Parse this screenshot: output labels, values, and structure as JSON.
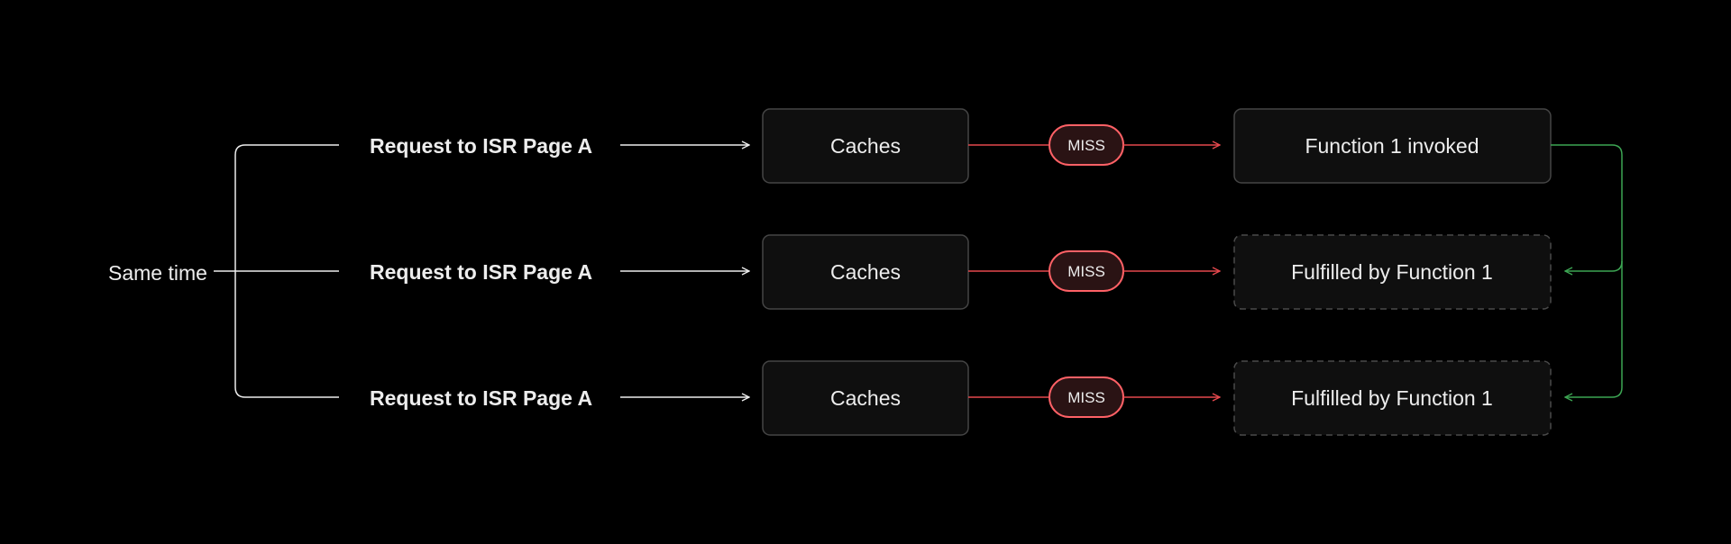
{
  "diagram": {
    "source_label": "Same time",
    "rows": [
      {
        "request_label": "Request to ISR Page A",
        "cache_label": "Caches",
        "status_label": "MISS",
        "result_label": "Function 1 invoked",
        "result_kind": "invoked"
      },
      {
        "request_label": "Request to ISR Page A",
        "cache_label": "Caches",
        "status_label": "MISS",
        "result_label": "Fulfilled by Function 1",
        "result_kind": "fulfilled"
      },
      {
        "request_label": "Request to ISR Page A",
        "cache_label": "Caches",
        "status_label": "MISS",
        "result_label": "Fulfilled by Function 1",
        "result_kind": "fulfilled"
      }
    ],
    "colors": {
      "background": "#000000",
      "text": "#ededed",
      "neutral_line": "#ededed",
      "box_fill": "#0f0f0f",
      "box_border": "#454545",
      "dashed_border": "#4a4a4a",
      "miss_line": "#e5484d",
      "miss_fill": "#2a1314",
      "miss_border": "#ff6166",
      "return_line": "#3ca553"
    }
  }
}
